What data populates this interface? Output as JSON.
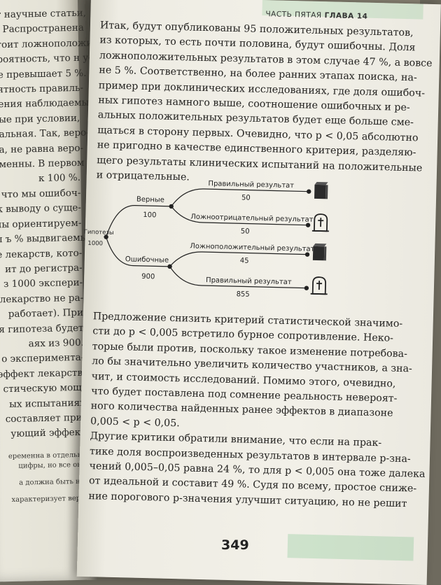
{
  "header": {
    "part": "ЧАСТЬ ПЯТАЯ",
    "chapter": "ГЛАВА 14"
  },
  "left_page": {
    "lines": [
      "ет научные статьи,",
      "я. Распространена",
      "стоит ложноположи-",
      "ероятность, что н у-",
      "не превышает 5 %.",
      "оятность правиль-",
      "рения наблюдаемых",
      "ные при условии,",
      "иальная. Так, веро-",
      "ка, не равна веро-",
      "еменны. В первом",
      "к 100 %.",
      "что мы ошибоч-",
      "к выводу о суще-",
      "ны ориентируем-",
      "ы ъ % выдвигаемых",
      "е лекарств, кото-",
      "ит до регистра-",
      "з 1000 экспери-",
      "(лекарство не ра-",
      "работает). При",
      "я гипотеза будет",
      "аях из 900.",
      "о эксперимента-",
      "эффект лекарства",
      "стическую мощ-",
      "ых испытаниях",
      "составляет при-",
      "ующий эффект"
    ],
    "footnotes": [
      "еременна в отдельно",
      "цифры, но все они",
      "а должна быть на-",
      "характеризует веро-"
    ]
  },
  "paragraph1": [
    "Итак, будут опубликованы 95 положительных результатов,",
    "из которых, то есть почти половина, будут ошибочны. Доля",
    "ложноположительных результатов в этом случае 47 %, а вовсе",
    "не 5 %. Соответственно, на более ранних этапах поиска, на-",
    "пример при доклинических исследованиях, где доля ошибоч-",
    "ных гипотез намного выше, соотношение ошибочных и ре-",
    "альных положительных результатов будет еще больше сме-",
    "щаться в сторону первых. Очевидно, что p < 0,05 абсолютно",
    "не пригодно в качестве единственного критерия, разделяю-",
    "щего результаты клинических испытаний на положительные",
    "и отрицательные."
  ],
  "diagram": {
    "root_label": "Гипотезы",
    "root_value": "1000",
    "true_label": "Верные",
    "true_value": "100",
    "false_label": "Ошибочные",
    "false_value": "900",
    "outcomes": [
      {
        "label": "Правильный результат",
        "value": "50"
      },
      {
        "label": "Ложноотрицательный результат",
        "value": "50"
      },
      {
        "label": "Ложноположительный результат",
        "value": "45"
      },
      {
        "label": "Правильный результат",
        "value": "855"
      }
    ]
  },
  "paragraph2": [
    "Предложение снизить критерий статистической значимо-",
    "сти до p < 0,005 встретило бурное сопротивление. Неко-",
    "торые были против, поскольку такое изменение потребова-",
    "ло бы значительно увеличить количество участников, а зна-",
    "чит, и стоимость исследований. Помимо этого, очевидно,",
    "что будет поставлена под сомнение реальность невероят-",
    "ного количества найденных ранее эффектов в диапазоне",
    "0,005 < p < 0,05.",
    "Другие критики обратили внимание, что если на прак-",
    "тике доля воспроизведенных результатов в интервале p-зна-",
    "чений 0,005–0,05 равна 24 %, то для p < 0,005 она тоже далека",
    "от идеальной и составит 49 %. Судя по всему, простое сниже-",
    "ние порогового p-значения улучшит ситуацию, но не решит"
  ],
  "page_number": "349"
}
